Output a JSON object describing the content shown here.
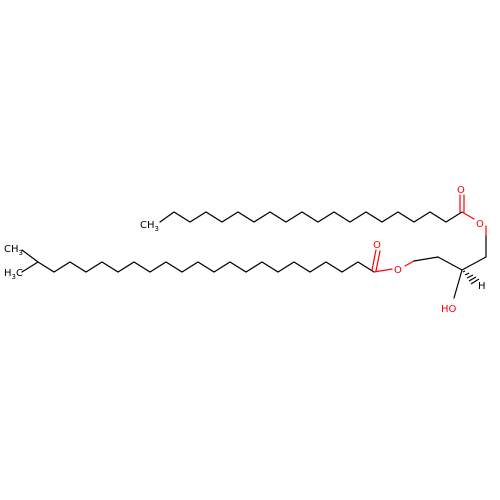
{
  "molecule": {
    "atoms": {
      "ch3_top": "CH",
      "ch3_top_sub": "3",
      "ch3_left_a": "CH",
      "ch3_left_a_sub": "3",
      "ch3_left_b": "H",
      "ch3_left_b_sub": "3",
      "ch3_left_b_c": "C",
      "carbonyl_o_top": "O",
      "ester_o_top": "O",
      "carbonyl_o_bottom": "O",
      "ester_o_bottom": "O",
      "hydroxyl": "HO",
      "stereo_h": "H"
    },
    "colors": {
      "carbon_bond": "#000000",
      "oxygen": "#ff0000",
      "background": "#ffffff"
    }
  }
}
